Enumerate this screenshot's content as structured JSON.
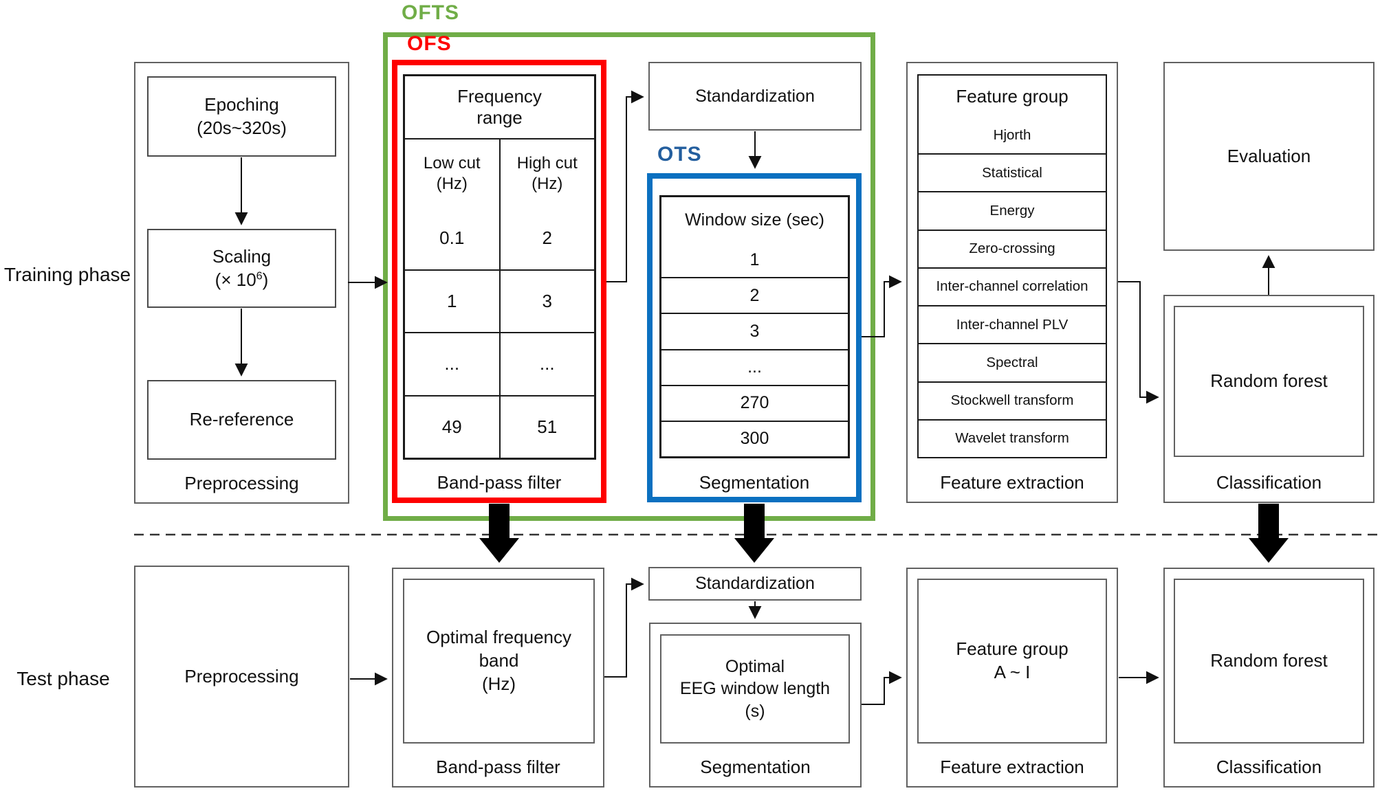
{
  "colors": {
    "green": "#70AD47",
    "red": "#FE0000",
    "blue_frame": "#0B70C0",
    "blue_text": "#235E9E",
    "line": "#1a1a1a"
  },
  "phases": {
    "training": "Training phase",
    "test": "Test phase"
  },
  "training": {
    "ofts_label": "OFTS",
    "ofs_label": "OFS",
    "ots_label": "OTS",
    "preprocessing": {
      "label": "Preprocessing",
      "epoching": "Epoching\n(20s~320s)",
      "scaling_line1": "Scaling",
      "scaling_open": "(× 10",
      "scaling_sup": "6",
      "scaling_close": ")",
      "rereference": "Re-reference"
    },
    "bandpass": {
      "label": "Band-pass filter",
      "table": {
        "header": "Frequency\nrange",
        "col_low": "Low cut\n(Hz)",
        "col_high": "High cut\n(Hz)",
        "rows": [
          {
            "low": "0.1",
            "high": "2"
          },
          {
            "low": "1",
            "high": "3"
          },
          {
            "low": "...",
            "high": "..."
          },
          {
            "low": "49",
            "high": "51"
          }
        ]
      }
    },
    "standardization": "Standardization",
    "segmentation": {
      "label": "Segmentation",
      "table": {
        "header": "Window size (sec)",
        "rows": [
          "1",
          "2",
          "3",
          "...",
          "270",
          "300"
        ]
      }
    },
    "feature_extraction": {
      "label": "Feature extraction",
      "table": {
        "header": "Feature group",
        "rows": [
          "Hjorth",
          "Statistical",
          "Energy",
          "Zero-crossing",
          "Inter-channel correlation",
          "Inter-channel PLV",
          "Spectral",
          "Stockwell transform",
          "Wavelet transform"
        ]
      }
    },
    "evaluation": "Evaluation",
    "classification": {
      "label": "Classification",
      "model": "Random forest"
    }
  },
  "test": {
    "preprocessing": "Preprocessing",
    "bandpass": {
      "label": "Band-pass filter",
      "box": "Optimal frequency\nband\n(Hz)"
    },
    "standardization": "Standardization",
    "segmentation": {
      "label": "Segmentation",
      "box": "Optimal\nEEG window length\n(s)"
    },
    "feature_extraction": {
      "label": "Feature extraction",
      "box": "Feature group\nA ~ I"
    },
    "classification": {
      "label": "Classification",
      "model": "Random forest"
    }
  }
}
